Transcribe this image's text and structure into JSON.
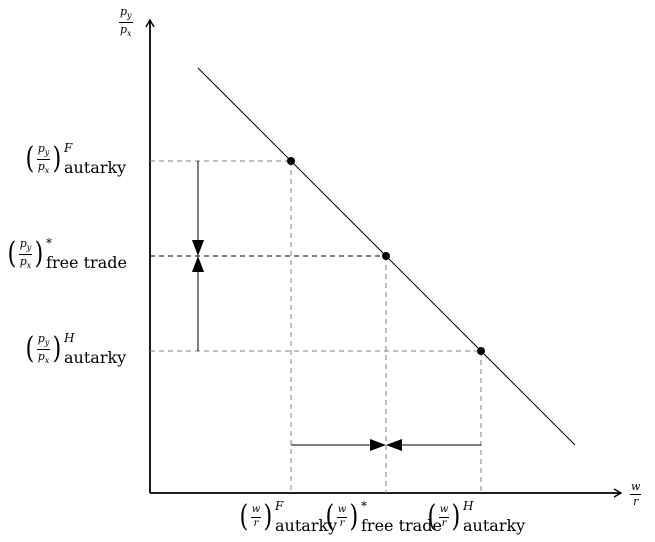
{
  "axes": {
    "y_label": {
      "num": "p",
      "num_sub": "y",
      "den": "p",
      "den_sub": "x"
    },
    "x_label": {
      "num": "w",
      "den": "r"
    }
  },
  "points": {
    "foreign_autarky": {
      "pr_num": "p",
      "pr_num_sub": "y",
      "pr_den": "p",
      "pr_den_sub": "x",
      "pr_sup": "F",
      "pr_sub": "autarky",
      "wr_num": "w",
      "wr_den": "r",
      "wr_sup": "F",
      "wr_sub": "autarky"
    },
    "free_trade": {
      "pr_num": "p",
      "pr_num_sub": "y",
      "pr_den": "p",
      "pr_den_sub": "x",
      "pr_sup": "*",
      "pr_sub": "free trade",
      "wr_num": "w",
      "wr_den": "r",
      "wr_sup": "*",
      "wr_sub": "free trade"
    },
    "home_autarky": {
      "pr_num": "p",
      "pr_num_sub": "y",
      "pr_den": "p",
      "pr_den_sub": "x",
      "pr_sup": "H",
      "pr_sub": "autarky",
      "wr_num": "w",
      "wr_den": "r",
      "wr_sup": "H",
      "wr_sub": "autarky"
    }
  },
  "colors": {
    "line": "#000000",
    "guide": "#808080",
    "guide_free_trade": "#000000"
  }
}
